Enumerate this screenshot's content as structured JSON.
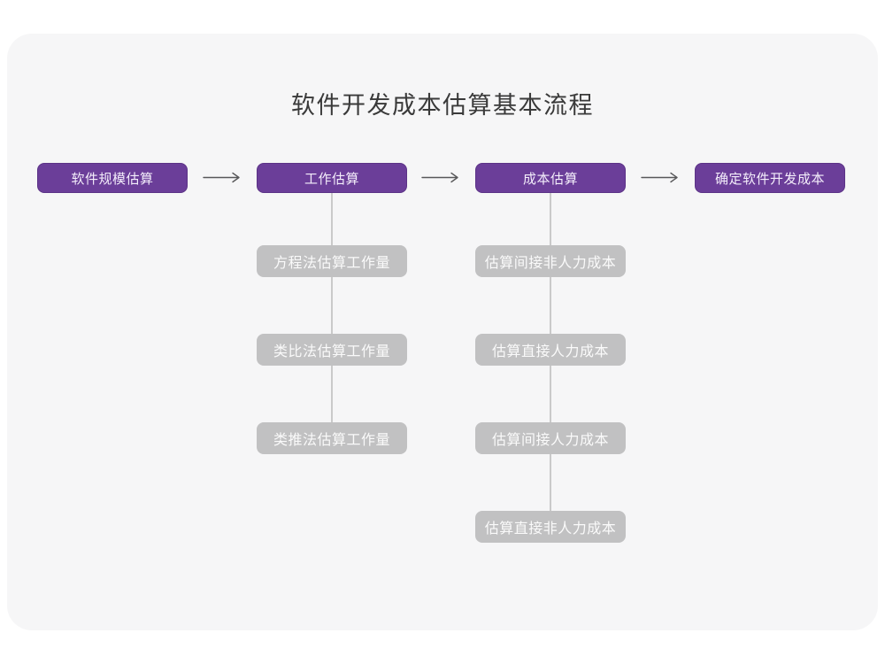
{
  "title": "软件开发成本估算基本流程",
  "colors": {
    "accent_purple": "#6b3e99",
    "sub_node_gray": "#c1c1c2",
    "card_background": "#f6f6f7",
    "connector_line": "#cacaca",
    "arrow": "#58585a",
    "title_text": "#3a3a3a"
  },
  "icons": {
    "right_arrow": "→"
  },
  "flow": {
    "main_steps": [
      {
        "label": "软件规模估算",
        "children": []
      },
      {
        "label": "工作估算",
        "children": [
          "方程法估算工作量",
          "类比法估算工作量",
          "类推法估算工作量"
        ]
      },
      {
        "label": "成本估算",
        "children": [
          "估算间接非人力成本",
          "估算直接人力成本",
          "估算间接人力成本",
          "估算直接非人力成本"
        ]
      },
      {
        "label": "确定软件开发成本",
        "children": []
      }
    ]
  }
}
